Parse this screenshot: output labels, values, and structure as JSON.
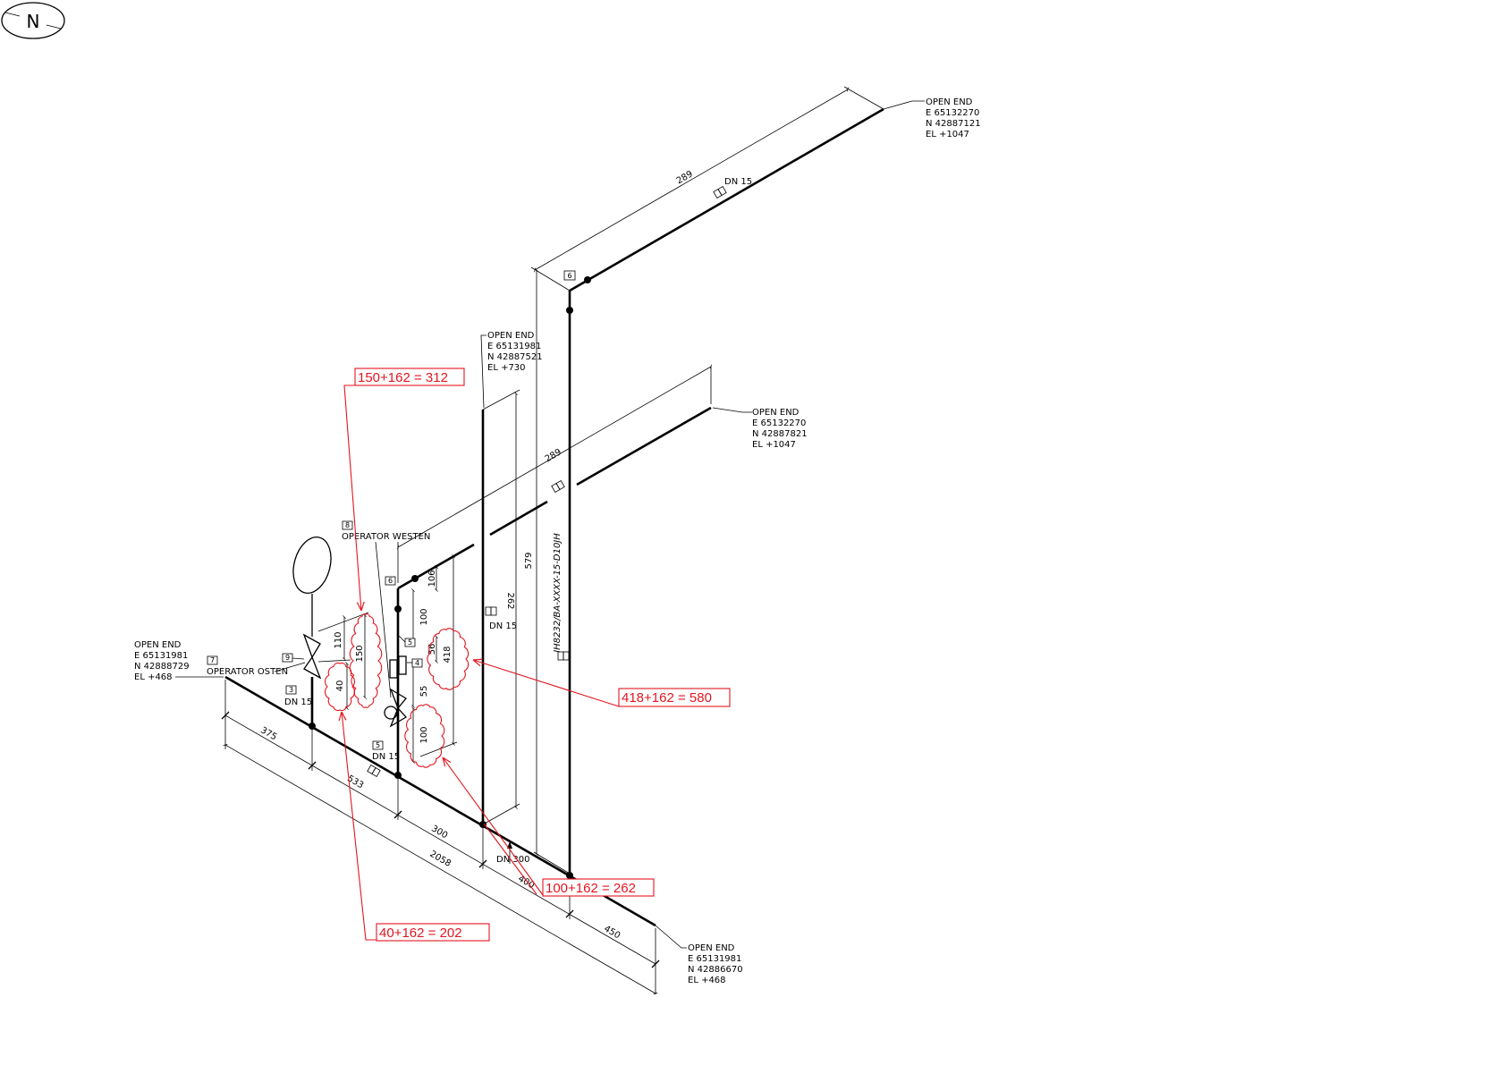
{
  "sheet": {
    "north_letter": "N"
  },
  "open_ends": {
    "top_right": {
      "title": "OPEN END",
      "e": "E 65132270",
      "n": "N 42887121",
      "el": "EL +1047"
    },
    "riser_top": {
      "title": "OPEN END",
      "e": "E 65131981",
      "n": "N 42887521",
      "el": "EL +730"
    },
    "middle_right": {
      "title": "OPEN END",
      "e": "E 65132270",
      "n": "N 42887821",
      "el": "EL +1047"
    },
    "left": {
      "title": "OPEN END",
      "e": "E 65131981",
      "n": "N 42888729",
      "el": "EL +468"
    },
    "bottom": {
      "title": "OPEN END",
      "e": "E 65131981",
      "n": "N 42886670",
      "el": "EL +468"
    }
  },
  "pipe_sizes": {
    "top_branch": "DN 15",
    "riser": "DN 15",
    "left_valve": "DN 15",
    "right_valve": "DN 15",
    "main_header": "DN 300"
  },
  "line_number": "IH8232/BA-XXXX-15-D10JH",
  "operators": {
    "east": "OPERATOR OSTEN",
    "west": "OPERATOR WESTEN"
  },
  "item_tags": {
    "top_elbow": "6",
    "west_operator": "8",
    "branch_elbow": "6",
    "upper_flange": "5",
    "flange_pair": "4",
    "left_valve": "9",
    "east_operator": "7",
    "left_reducer": "3",
    "lower_flange": "5"
  },
  "dimensions": {
    "top_branch_length": "289",
    "middle_branch_length": "289",
    "riser_height": "579",
    "riser_730_height": "262",
    "branch_riser": [
      "106",
      "100",
      "56",
      "418",
      "55",
      "100"
    ],
    "left_valve": [
      "110",
      "150",
      "40"
    ],
    "header": [
      "375",
      "533",
      "300",
      "400",
      "450"
    ],
    "header_total": "2058"
  },
  "markups": [
    {
      "text": "150+162 = 312"
    },
    {
      "text": "418+162 = 580"
    },
    {
      "text": "100+162 = 262"
    },
    {
      "text": "40+162 = 202"
    }
  ],
  "colors": {
    "linework": "#000000",
    "markup": "#e3161f"
  }
}
